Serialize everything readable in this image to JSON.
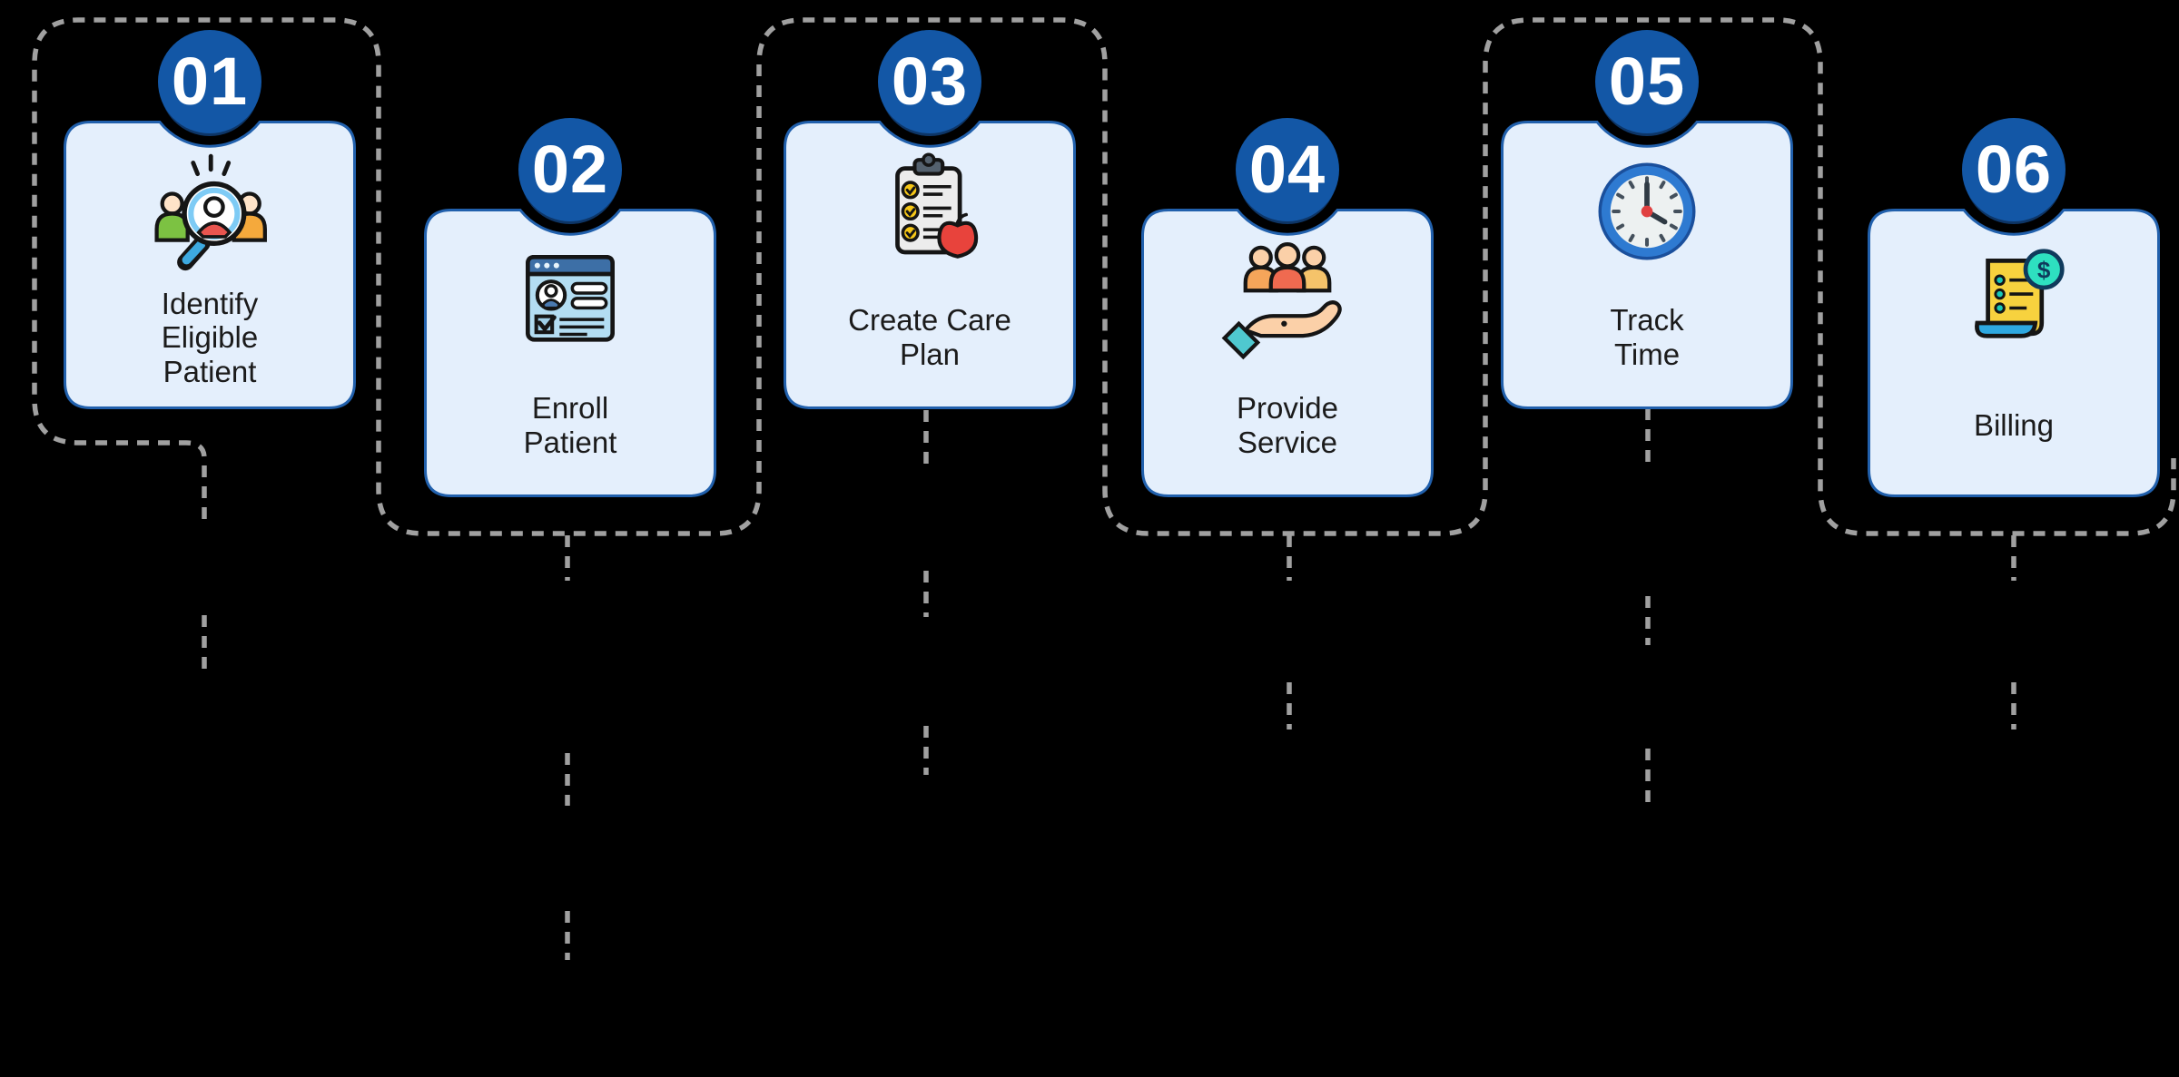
{
  "diagram": {
    "kind": "process-flow",
    "background_color": "#000000",
    "card_fill": "#e4effc",
    "card_border": "#2160ac",
    "badge_fill": "#1357a6",
    "badge_text_color": "#ffffff",
    "title_text_color": "#1b1b1b",
    "connector_color": "#a0a0a0",
    "connector_style": "dashed"
  },
  "steps": [
    {
      "number": "01",
      "title": "Identify\nEligible\nPatient",
      "icon": "magnifier-people-icon"
    },
    {
      "number": "02",
      "title": "Enroll\nPatient",
      "icon": "enrollment-form-icon"
    },
    {
      "number": "03",
      "title": "Create Care\nPlan",
      "icon": "clipboard-apple-icon"
    },
    {
      "number": "04",
      "title": "Provide\nService",
      "icon": "people-in-hand-icon"
    },
    {
      "number": "05",
      "title": "Track\nTime",
      "icon": "clock-icon"
    },
    {
      "number": "06",
      "title": "Billing",
      "icon": "receipt-dollar-icon",
      "currency_symbol": "$"
    }
  ]
}
